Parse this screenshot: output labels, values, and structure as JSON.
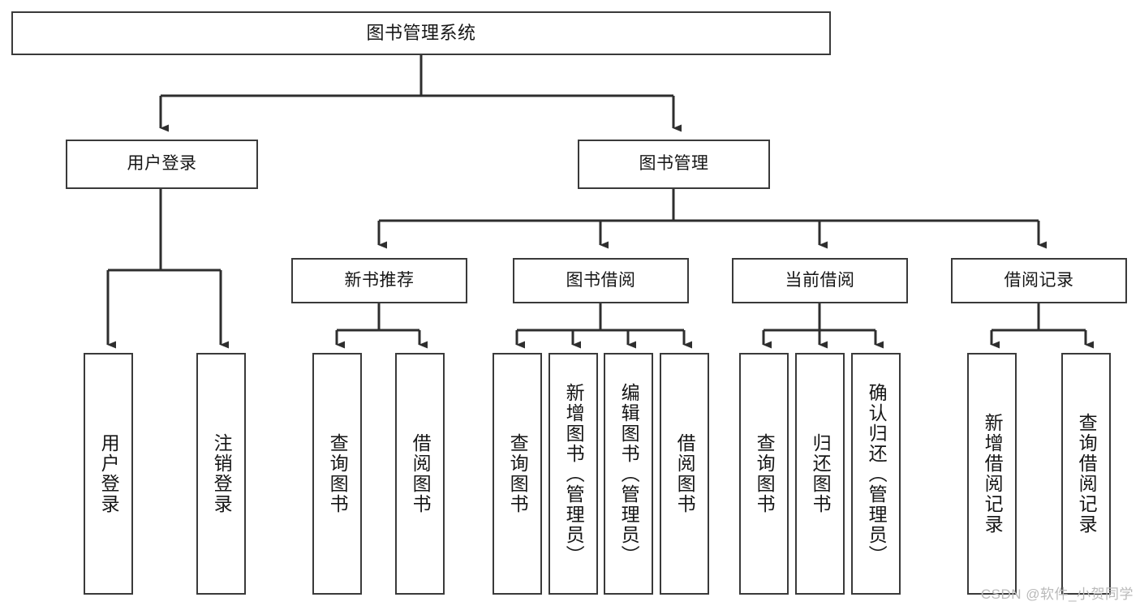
{
  "diagram": {
    "type": "tree-hierarchy",
    "title": "图书管理系统",
    "root": {
      "id": "root",
      "label": "图书管理系统"
    },
    "level2": [
      {
        "id": "user-login",
        "label": "用户登录"
      },
      {
        "id": "book-management",
        "label": "图书管理"
      }
    ],
    "level3": [
      {
        "id": "new-book-recommend",
        "label": "新书推荐",
        "parent": "book-management"
      },
      {
        "id": "book-borrow",
        "label": "图书借阅",
        "parent": "book-management"
      },
      {
        "id": "current-borrow",
        "label": "当前借阅",
        "parent": "book-management"
      },
      {
        "id": "borrow-record",
        "label": "借阅记录",
        "parent": "book-management"
      }
    ],
    "leaves": {
      "user_login": [
        {
          "id": "leaf-user-login",
          "label": "用户登录"
        },
        {
          "id": "leaf-user-logout",
          "label": "注销登录"
        }
      ],
      "new_book_recommend": [
        {
          "id": "leaf-query-book-1",
          "label": "查询图书"
        },
        {
          "id": "leaf-borrow-book-1",
          "label": "借阅图书"
        }
      ],
      "book_borrow": [
        {
          "id": "leaf-query-book-2",
          "label": "查询图书"
        },
        {
          "id": "leaf-add-book",
          "label": "新增图书（管理员）"
        },
        {
          "id": "leaf-edit-book",
          "label": "编辑图书（管理员）"
        },
        {
          "id": "leaf-borrow-book-2",
          "label": "借阅图书"
        }
      ],
      "current_borrow": [
        {
          "id": "leaf-query-book-3",
          "label": "查询图书"
        },
        {
          "id": "leaf-return-book",
          "label": "归还图书"
        },
        {
          "id": "leaf-confirm-return",
          "label": "确认归还（管理员）"
        }
      ],
      "borrow_record": [
        {
          "id": "leaf-add-record",
          "label": "新增借阅记录"
        },
        {
          "id": "leaf-query-record",
          "label": "查询借阅记录"
        }
      ]
    }
  },
  "watermark": {
    "text": "CSDN @软件_小贺同学"
  },
  "colors": {
    "stroke": "#3a3a3a",
    "text": "#161616",
    "background": "#ffffff",
    "watermark": "#b9b9b9"
  }
}
